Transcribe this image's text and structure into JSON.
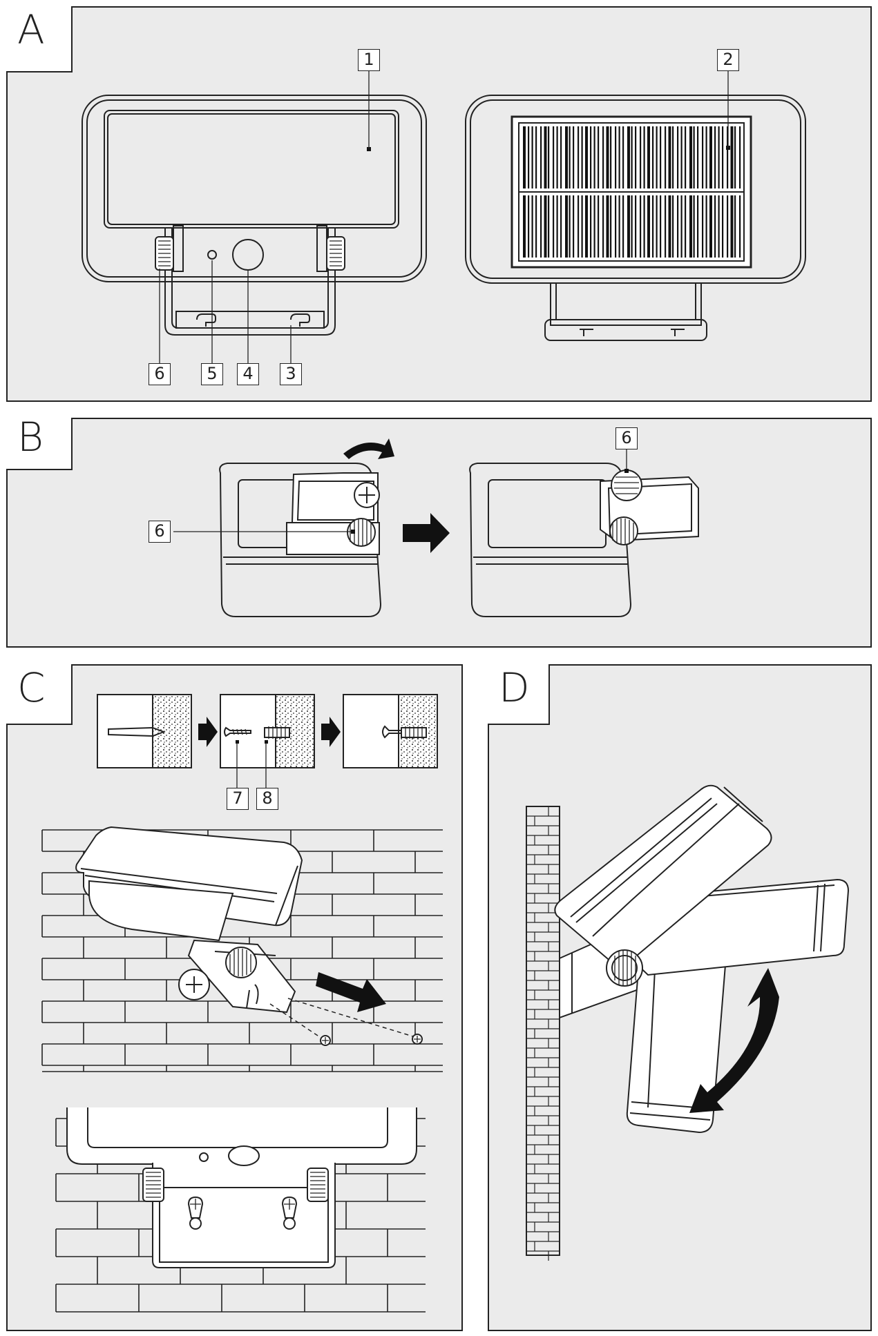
{
  "panels": {
    "a": {
      "letter": "A"
    },
    "b": {
      "letter": "B"
    },
    "c": {
      "letter": "C"
    },
    "d": {
      "letter": "D"
    }
  },
  "callouts": {
    "a1": "1",
    "a2": "2",
    "a3": "3",
    "a4": "4",
    "a5": "5",
    "a6": "6",
    "b6_left": "6",
    "b6_right": "6",
    "c7": "7",
    "c8": "8"
  },
  "icons": [
    "rotate-arrow-icon",
    "right-arrow-icon",
    "swing-arrow-icon"
  ],
  "colors": {
    "panel_bg": "#ebebeb",
    "line": "#222222",
    "page_bg": "#ffffff"
  }
}
